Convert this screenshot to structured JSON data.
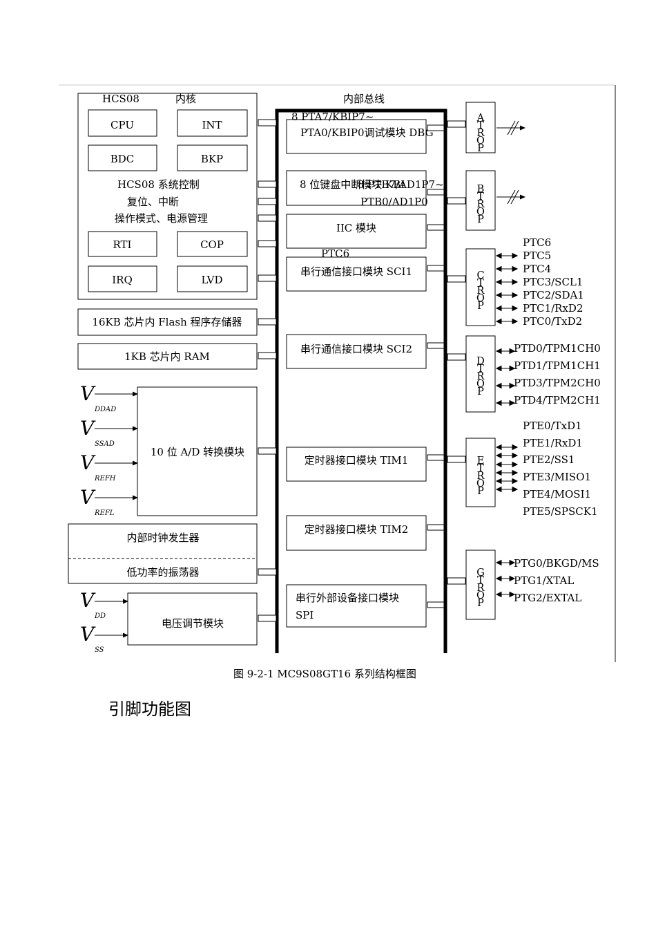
{
  "core": {
    "title": "HCS08",
    "title2": "内核",
    "cpu": "CPU",
    "int": "INT",
    "bdc": "BDC",
    "bkp": "BKP",
    "sysctl_line1": "HCS08 系统控制",
    "sysctl_line2": "复位、中断",
    "sysctl_line3": "操作模式、电源管理",
    "rti": "RTI",
    "cop": "COP",
    "irq": "IRQ",
    "lvd": "LVD"
  },
  "bus_label": "内部总线",
  "memory": {
    "flash": "16KB 芯片内 Flash 程序存储器",
    "ram": "1KB 芯片内 RAM"
  },
  "adc": {
    "label": "10 位 A/D 转换模块",
    "inputs": [
      {
        "v": "V",
        "sub": "DDAD"
      },
      {
        "v": "V",
        "sub": "SSAD"
      },
      {
        "v": "V",
        "sub": "REFH"
      },
      {
        "v": "V",
        "sub": "REFL"
      }
    ]
  },
  "clock": {
    "gen": "内部时钟发生器",
    "osc": "低功率的振荡器"
  },
  "regulator": {
    "label": "电压调节模块",
    "inputs": [
      {
        "v": "V",
        "sub": "DD"
      },
      {
        "v": "V",
        "sub": "SS"
      }
    ]
  },
  "modules": {
    "dbg_overlap": "8 PTA7/KBIP7~",
    "dbg": "PTA0/KBIP0调试模块 DBG",
    "kbi": "8 位键盘中断模块 KBI",
    "kbi_overlap1": "8 PTB7/AD1P7~",
    "kbi_overlap2": "PTB0/AD1P0",
    "iic": "IIC 模块",
    "ptc6_overlap": "PTC6",
    "sci1": "串行通信接口模块 SCI1",
    "sci2": "串行通信接口模块 SCI2",
    "tim1": "定时器接口模块 TIM1",
    "tim2": "定时器接口模块 TIM2",
    "spi_line1": "串行外部设备接口模块",
    "spi_line2": "SPI"
  },
  "ports": {
    "a": [
      "A",
      "T",
      "R",
      "O",
      "P"
    ],
    "b": [
      "B",
      "T",
      "R",
      "O",
      "P"
    ],
    "c": [
      "C",
      "T",
      "R",
      "O",
      "P"
    ],
    "d": [
      "D",
      "T",
      "R",
      "O",
      "P"
    ],
    "e": [
      "E",
      "T",
      "R",
      "O",
      "P"
    ],
    "g": [
      "G",
      "T",
      "R",
      "O",
      "P"
    ]
  },
  "pins": {
    "c": [
      "PTC6",
      "PTC5",
      "PTC4",
      "PTC3/SCL1",
      "PTC2/SDA1",
      "PTC1/RxD2",
      "PTC0/TxD2"
    ],
    "d": [
      "PTD0/TPM1CH0",
      "PTD1/TPM1CH1",
      "PTD3/TPM2CH0",
      "PTD4/TPM2CH1"
    ],
    "e": [
      "PTE0/TxD1",
      "PTE1/RxD1",
      "PTE2/SS1",
      "PTE3/MISO1",
      "PTE4/MOSI1",
      "PTE5/SPSCK1"
    ],
    "g": [
      "PTG0/BKGD/MS",
      "PTG1/XTAL",
      "PTG2/EXTAL"
    ]
  },
  "caption": "图 9-2-1  MC9S08GT16   系列结构框图",
  "heading": "引脚功能图"
}
